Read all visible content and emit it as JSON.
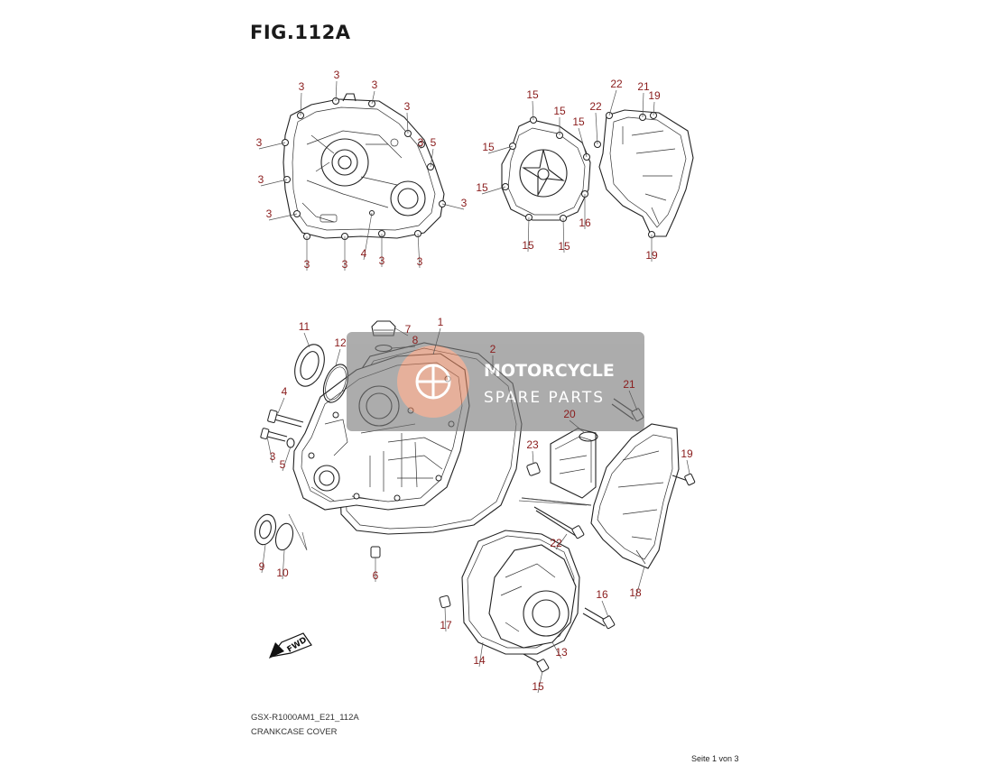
{
  "figure": {
    "title": "FIG.112A",
    "model_code": "GSX-R1000AM1_E21_112A",
    "caption": "CRANKCASE COVER",
    "page_indicator": "Seite 1 von 3"
  },
  "watermark": {
    "line1": "MOTORCYCLE",
    "line2": "SPARE PARTS"
  },
  "fwd_label": "FWD",
  "colors": {
    "callout": "#8a1c1c",
    "line": "#222222",
    "watermark_bg": "#7a7a7a",
    "watermark_logo": "#e8825a"
  },
  "callouts": [
    {
      "label": "3"
    },
    {
      "label": "3"
    },
    {
      "label": "3"
    },
    {
      "label": "3"
    },
    {
      "label": "3"
    },
    {
      "label": "3"
    },
    {
      "label": "3"
    },
    {
      "label": "3"
    },
    {
      "label": "3"
    },
    {
      "label": "3"
    },
    {
      "label": "3"
    },
    {
      "label": "3"
    },
    {
      "label": "3"
    },
    {
      "label": "4"
    },
    {
      "label": "5"
    },
    {
      "label": "15"
    },
    {
      "label": "15"
    },
    {
      "label": "15"
    },
    {
      "label": "15"
    },
    {
      "label": "15"
    },
    {
      "label": "15"
    },
    {
      "label": "15"
    },
    {
      "label": "16"
    },
    {
      "label": "22"
    },
    {
      "label": "22"
    },
    {
      "label": "21"
    },
    {
      "label": "19"
    },
    {
      "label": "19"
    },
    {
      "label": "11"
    },
    {
      "label": "12"
    },
    {
      "label": "7"
    },
    {
      "label": "8"
    },
    {
      "label": "1"
    },
    {
      "label": "2"
    },
    {
      "label": "4"
    },
    {
      "label": "3"
    },
    {
      "label": "5"
    },
    {
      "label": "21"
    },
    {
      "label": "20"
    },
    {
      "label": "23"
    },
    {
      "label": "19"
    },
    {
      "label": "9"
    },
    {
      "label": "10"
    },
    {
      "label": "6"
    },
    {
      "label": "22"
    },
    {
      "label": "18"
    },
    {
      "label": "16"
    },
    {
      "label": "17"
    },
    {
      "label": "13"
    },
    {
      "label": "14"
    },
    {
      "label": "15"
    }
  ]
}
